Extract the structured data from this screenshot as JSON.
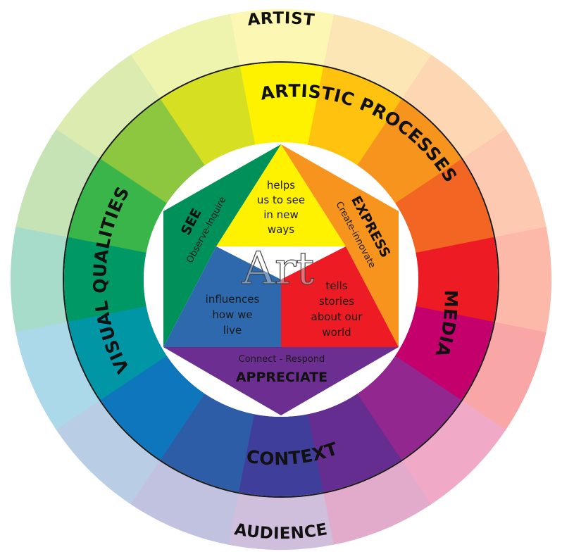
{
  "outer_ring": {
    "labels": {
      "top": "ARTIST",
      "bottom": "AUDIENCE"
    },
    "colors": [
      "#FCF8B3",
      "#FDE6B5",
      "#FDD7B4",
      "#FDC9B0",
      "#FCB8A9",
      "#F9A7A6",
      "#F1A9C8",
      "#E2AACB",
      "#CFBFDD",
      "#C1C2E0",
      "#B9CDE4",
      "#ABD9EA",
      "#A7DBCA",
      "#C6E3B5",
      "#DCEBAF",
      "#EEF3AE"
    ]
  },
  "middle_ring": {
    "labels": {
      "top": "ARTISTIC PROCESSES",
      "right": "MEDIA",
      "bottom": "CONTEXT",
      "left": "VISUAL QUALITIES"
    },
    "colors": [
      "#FFF200",
      "#FFC20E",
      "#F7941D",
      "#F26522",
      "#ED1C24",
      "#C4006C",
      "#92278F",
      "#662D91",
      "#3F3F9B",
      "#2E5DA8",
      "#0E76BC",
      "#0096A6",
      "#009966",
      "#39B54A",
      "#8DC63F",
      "#D7DF23"
    ]
  },
  "hexagon": {
    "center_word": "Art",
    "segments": {
      "top": {
        "color": "#FFF200",
        "lines": [
          "helps",
          "us to see",
          "in new",
          "ways"
        ]
      },
      "top_left": {
        "color": "#00915A",
        "title": "SEE",
        "subtitle": "Observe-Inquire"
      },
      "top_right": {
        "color": "#F7941D",
        "title": "EXPRESS",
        "subtitle": "Create-innovate"
      },
      "bottom_left": {
        "color": "#2E69AE",
        "lines": [
          "influences",
          "how we",
          "live"
        ]
      },
      "bottom_right": {
        "color": "#ED1C24",
        "lines": [
          "tells",
          "stories",
          "about our",
          "world"
        ]
      },
      "bottom": {
        "color": "#6C2F91",
        "title": "APPRECIATE",
        "subtitle": "Connect - Respond"
      }
    }
  }
}
